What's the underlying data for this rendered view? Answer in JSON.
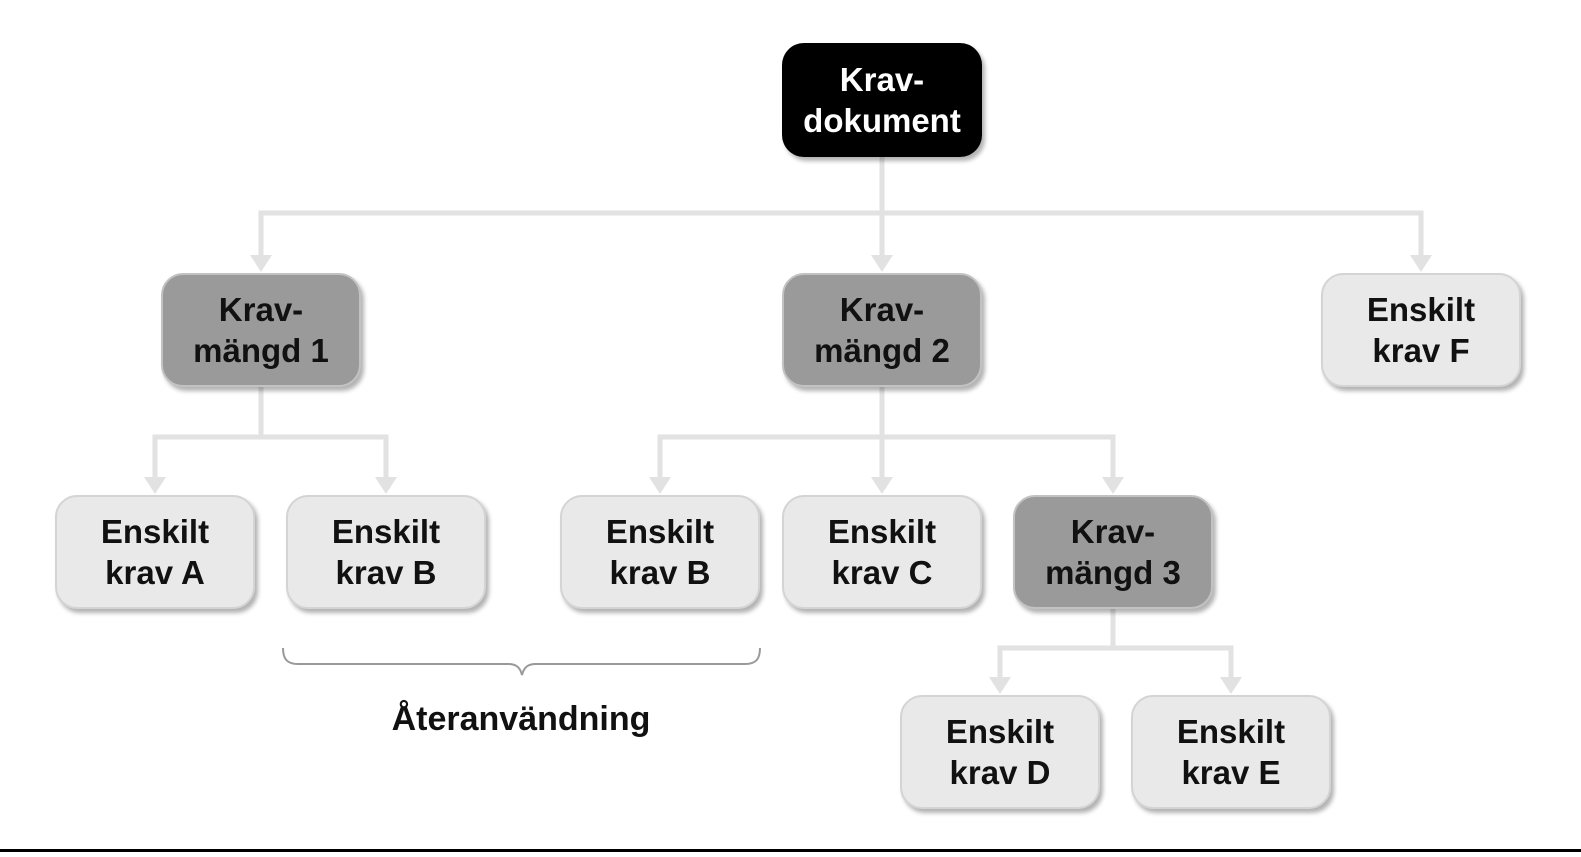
{
  "diagram": {
    "type": "hierarchy",
    "nodes": {
      "krav_dokument": {
        "label": "Krav-\ndokument",
        "level": 1,
        "variant": "root"
      },
      "krav_mangd_1": {
        "label": "Krav-\nmängd 1",
        "level": 2,
        "variant": "group",
        "parent": "krav_dokument"
      },
      "krav_mangd_2": {
        "label": "Krav-\nmängd 2",
        "level": 2,
        "variant": "group",
        "parent": "krav_dokument"
      },
      "enskilt_krav_f": {
        "label": "Enskilt\nkrav F",
        "level": 2,
        "variant": "item",
        "parent": "krav_dokument"
      },
      "enskilt_krav_a": {
        "label": "Enskilt\nkrav A",
        "level": 3,
        "variant": "item",
        "parent": "krav_mangd_1"
      },
      "enskilt_krav_b1": {
        "label": "Enskilt\nkrav B",
        "level": 3,
        "variant": "item",
        "parent": "krav_mangd_1"
      },
      "enskilt_krav_b2": {
        "label": "Enskilt\nkrav B",
        "level": 3,
        "variant": "item",
        "parent": "krav_mangd_2"
      },
      "enskilt_krav_c": {
        "label": "Enskilt\nkrav C",
        "level": 3,
        "variant": "item",
        "parent": "krav_mangd_2"
      },
      "krav_mangd_3": {
        "label": "Krav-\nmängd 3",
        "level": 3,
        "variant": "group",
        "parent": "krav_mangd_2"
      },
      "enskilt_krav_d": {
        "label": "Enskilt\nkrav D",
        "level": 4,
        "variant": "item",
        "parent": "krav_mangd_3"
      },
      "enskilt_krav_e": {
        "label": "Enskilt\nkrav E",
        "level": 4,
        "variant": "item",
        "parent": "krav_mangd_3"
      }
    },
    "annotation": {
      "label": "Återanvändning",
      "applies_to": [
        "enskilt_krav_b1",
        "enskilt_krav_b2"
      ]
    },
    "colors": {
      "root_fill": "#000000",
      "root_text": "#ffffff",
      "group_fill": "#9a9a9a",
      "group_border": "#c2c2c2",
      "item_fill": "#e9e9e9",
      "item_border": "#d4d4d4",
      "node_text": "#111111",
      "connector": "#e2e2e2",
      "brace": "#999999",
      "footer_rule": "#000000"
    }
  }
}
